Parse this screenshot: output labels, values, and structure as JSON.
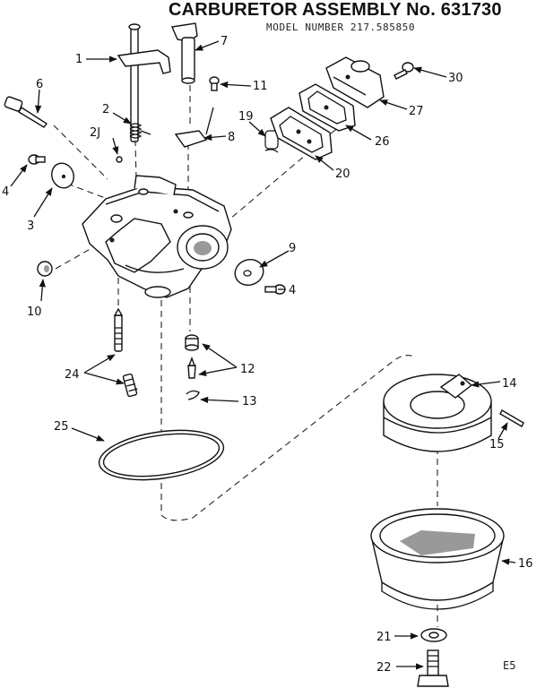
{
  "header": {
    "title": "CARBURETOR ASSEMBLY No. 631730",
    "model": "MODEL NUMBER  217.585850"
  },
  "footer": {
    "code": "E5"
  },
  "callouts": [
    {
      "id": "c1",
      "text": "1"
    },
    {
      "id": "c7",
      "text": "7"
    },
    {
      "id": "c11",
      "text": "11"
    },
    {
      "id": "c30",
      "text": "30"
    },
    {
      "id": "c6",
      "text": "6"
    },
    {
      "id": "c2",
      "text": "2"
    },
    {
      "id": "c2j",
      "text": "2J"
    },
    {
      "id": "c19",
      "text": "19"
    },
    {
      "id": "c27",
      "text": "27"
    },
    {
      "id": "c8",
      "text": "8"
    },
    {
      "id": "c26",
      "text": "26"
    },
    {
      "id": "c4a",
      "text": "4"
    },
    {
      "id": "c20",
      "text": "20"
    },
    {
      "id": "c3",
      "text": "3"
    },
    {
      "id": "c9",
      "text": "9"
    },
    {
      "id": "c4b",
      "text": "4"
    },
    {
      "id": "c10",
      "text": "10"
    },
    {
      "id": "c12",
      "text": "12"
    },
    {
      "id": "c24",
      "text": "24"
    },
    {
      "id": "c13",
      "text": "13"
    },
    {
      "id": "c14",
      "text": "14"
    },
    {
      "id": "c25",
      "text": "25"
    },
    {
      "id": "c15",
      "text": "15"
    },
    {
      "id": "c16",
      "text": "16"
    },
    {
      "id": "c21",
      "text": "21"
    },
    {
      "id": "c22",
      "text": "22"
    }
  ]
}
